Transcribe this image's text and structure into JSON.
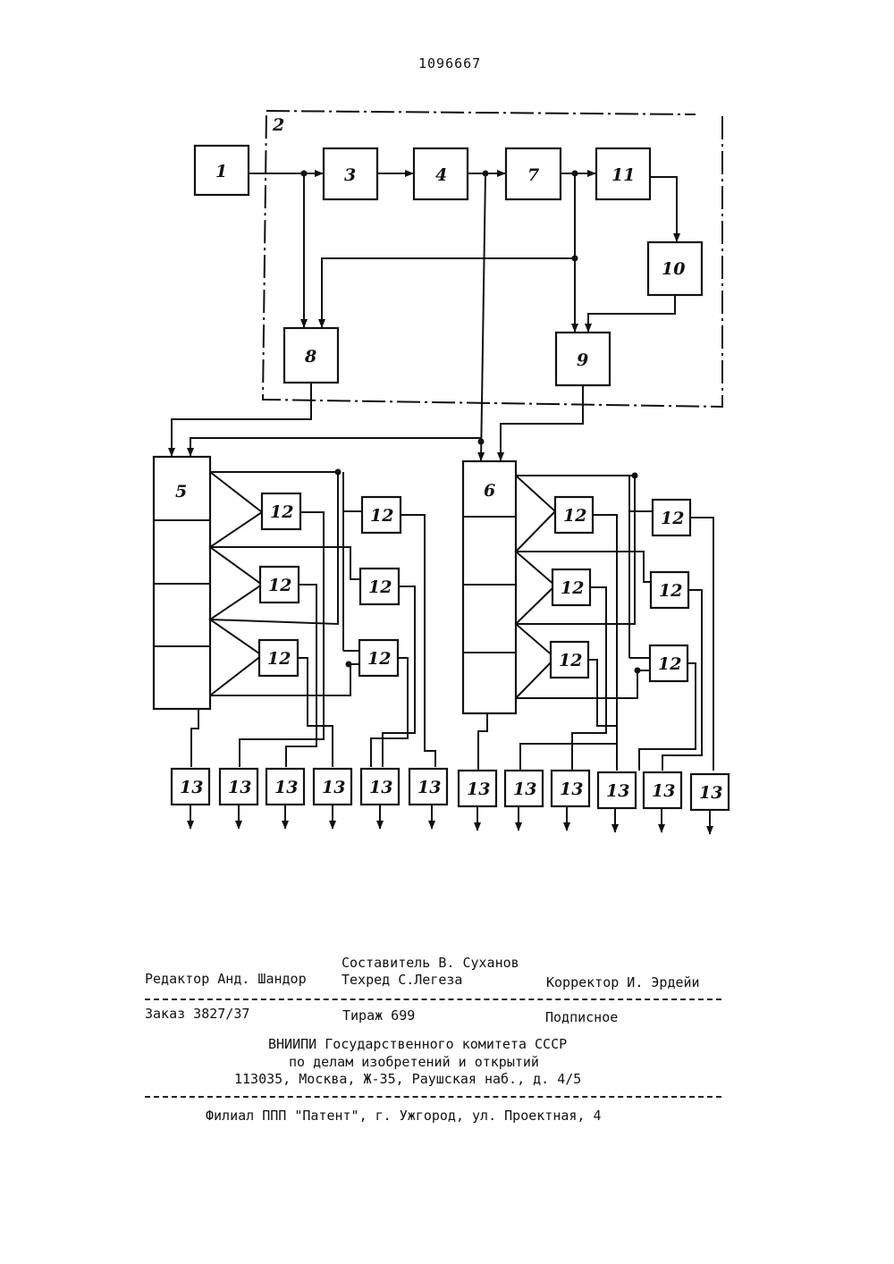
{
  "header": {
    "patent_number": "1096667"
  },
  "diagram": {
    "labels": {
      "b1": "1",
      "b2": "2",
      "b3": "3",
      "b4": "4",
      "b5": "5",
      "b6": "6",
      "b7": "7",
      "b8": "8",
      "b9": "9",
      "b10": "10",
      "b11": "11",
      "b12": "12",
      "b13": "13"
    }
  },
  "colophon": {
    "compiler": "Составитель В. Суханов",
    "editor": "Редактор Анд. Шандор",
    "techred": "Техред С.Легеза",
    "corrector": "Корректор И. Эрдейи",
    "order": "Заказ 3827/37",
    "circulation": "Тираж 699",
    "subscription": "Подписное",
    "org_line1": "ВНИИПИ Государственного комитета СССР",
    "org_line2": "по делам изобретений и открытий",
    "org_address": "113035, Москва, Ж-35, Раушская наб., д. 4/5",
    "branch": "Филиал ППП \"Патент\", г. Ужгород, ул. Проектная, 4"
  }
}
